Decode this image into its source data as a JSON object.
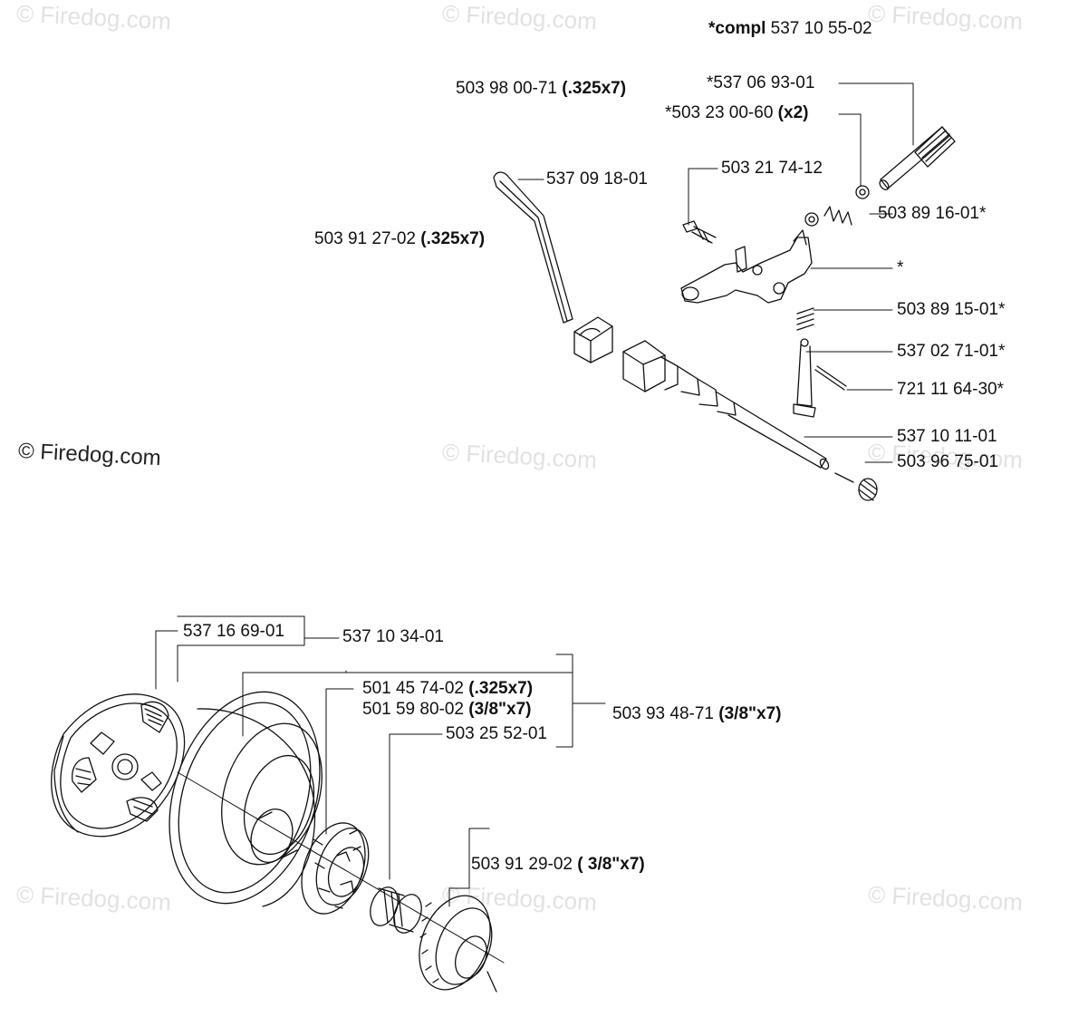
{
  "watermark": "© Firedog.com",
  "copyright": "© Firedog.com",
  "labels": {
    "compl": {
      "bold": "*compl",
      "text": " 537 10 55-02"
    },
    "p_503980071": {
      "text": "503 98 00-71 ",
      "bold": "(.325x7)"
    },
    "p_537069301": {
      "text": "*537 06 93-01"
    },
    "p_503230060": {
      "text": "*503 23 00-60 ",
      "bold": "(x2)"
    },
    "p_537091801": {
      "text": "537 09 18-01"
    },
    "p_503217412": {
      "text": "503 21 74-12"
    },
    "p_503891601": {
      "text": "503 89 16-01*"
    },
    "p_503912702": {
      "text": "503 91 27-02 ",
      "bold": "(.325x7)"
    },
    "p_star": {
      "text": "*"
    },
    "p_503891501": {
      "text": "503 89 15-01*"
    },
    "p_537027101": {
      "text": "537 02 71-01*"
    },
    "p_721116430": {
      "text": "721 11 64-30*"
    },
    "p_537101101": {
      "text": "537 10 11-01"
    },
    "p_503967501": {
      "text": "503 96 75-01"
    },
    "p_537166901": {
      "text": "537 16 69-01"
    },
    "p_537103401": {
      "text": "537 10 34-01"
    },
    "p_501457402": {
      "text": "501 45 74-02 ",
      "bold": "(.325x7)"
    },
    "p_501598002": {
      "text": "501 59 80-02 ",
      "bold": "(3/8\"x7)"
    },
    "p_503934871": {
      "text": "503 93 48-71 ",
      "bold": "(3/8\"x7)"
    },
    "p_503252501": {
      "text": "503 25 52-01"
    },
    "p_503912902": {
      "text": "503 91 29-02 ",
      "bold": "( 3/8\"x7)"
    }
  }
}
